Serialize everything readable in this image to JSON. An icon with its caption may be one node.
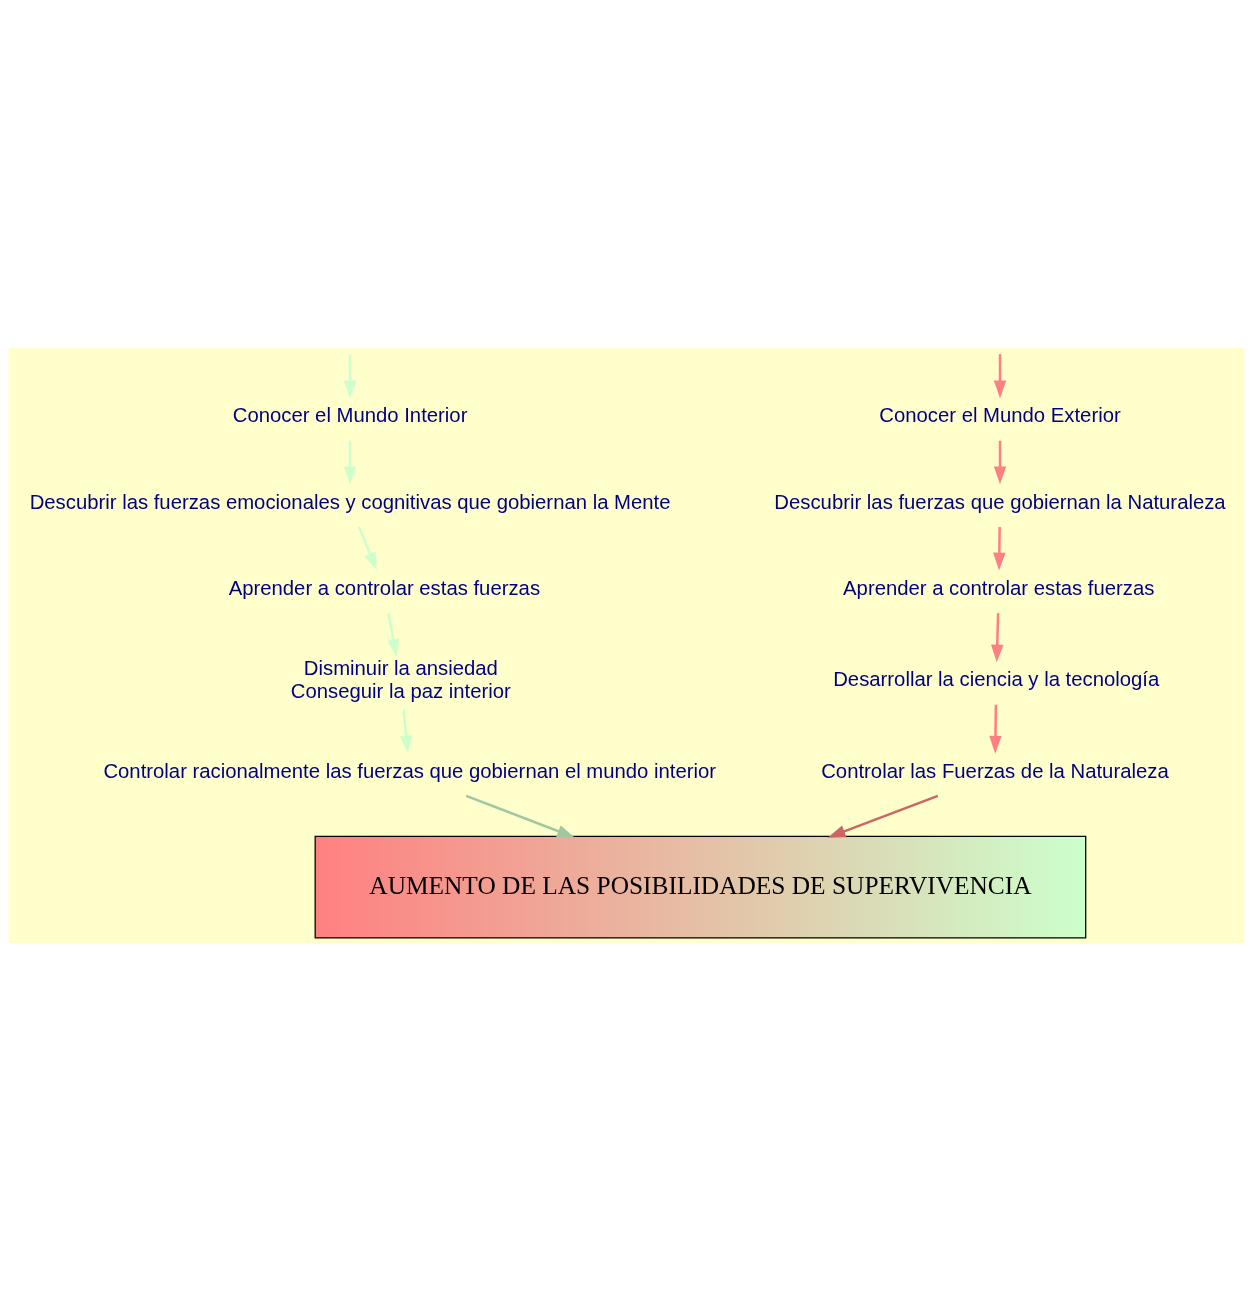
{
  "diagram": {
    "nodes": [
      {
        "text": [
          "Conocer el Mundo Exterior"
        ]
      },
      {
        "text": [
          "Conocer el Mundo Interior"
        ]
      },
      {
        "text": [
          "Descubrir las fuerzas que gobiernan la Naturaleza"
        ]
      },
      {
        "text": [
          "Descubrir las fuerzas emocionales y cognitivas que gobiernan la Mente"
        ]
      },
      {
        "text": [
          "Aprender a controlar estas fuerzas"
        ]
      },
      {
        "text": [
          "Aprender a controlar estas fuerzas"
        ]
      },
      {
        "text": [
          "Desarrollar la ciencia y la tecnología"
        ]
      },
      {
        "text": [
          "Disminuir la ansiedad",
          "Conseguir la paz interior"
        ]
      },
      {
        "text": [
          "Controlar las Fuerzas de la Naturaleza"
        ]
      },
      {
        "text": [
          "Controlar racionalmente las fuerzas que gobiernan el mundo interior"
        ]
      },
      {
        "text": [
          "AUMENTO DE LAS POSIBILIDADES DE SUPERVIVENCIA"
        ]
      }
    ],
    "edges": [
      {
        "from": null,
        "to": 0,
        "arrow": "to",
        "color": "#ff8080"
      },
      {
        "from": null,
        "to": 1,
        "arrow": "to",
        "color": "#ccffcc"
      },
      {
        "from": 0,
        "to": 2,
        "arrow": "to",
        "color": "#ff8080"
      },
      {
        "from": 1,
        "to": 3,
        "arrow": "to",
        "color": "#ccffcc"
      },
      {
        "from": 2,
        "to": 4,
        "arrow": "to",
        "color": "#ff8080"
      },
      {
        "from": 3,
        "to": 5,
        "arrow": "to",
        "color": "#ccffcc"
      },
      {
        "from": 4,
        "to": 6,
        "arrow": "to",
        "color": "#ff8080"
      },
      {
        "from": 5,
        "to": 7,
        "arrow": "to",
        "color": "#ccffcc"
      },
      {
        "from": 6,
        "to": 8,
        "arrow": "to",
        "color": "#ff8080"
      },
      {
        "from": 7,
        "to": 9,
        "arrow": "to",
        "color": "#ccffcc"
      },
      {
        "from": 8,
        "to": 10,
        "arrow": "to",
        "color": "#cc6666"
      },
      {
        "from": 9,
        "to": 10,
        "arrow": "to",
        "color": "#a0c8a0"
      }
    ]
  }
}
